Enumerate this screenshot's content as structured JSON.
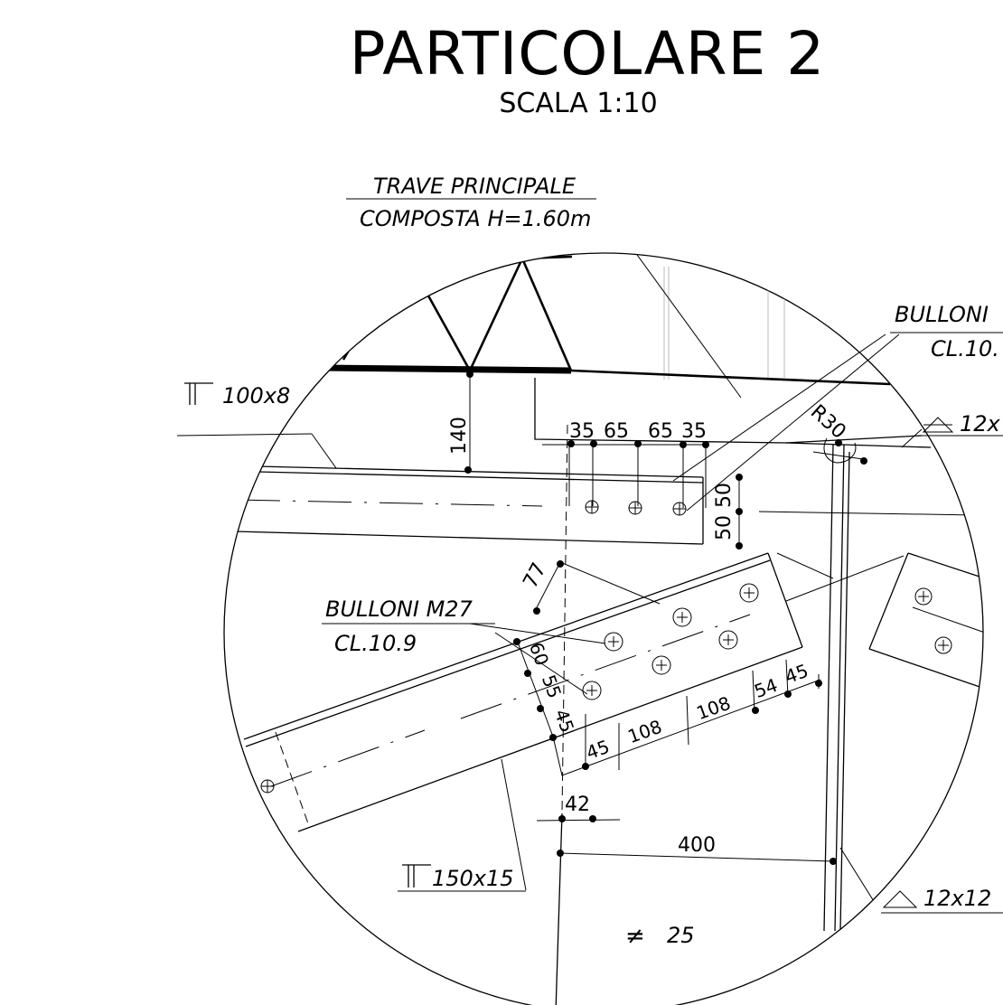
{
  "title": "PARTICOLARE 2",
  "scale": "SCALA 1:10",
  "labels": {
    "main_beam_line1": "TRAVE PRINCIPALE",
    "main_beam_line2": "COMPOSTA H=1.60m",
    "bolts_top_line1": "BULLONI",
    "bolts_top_line2": "CL.10.",
    "weld_top": "12x",
    "profile_top": "100x8",
    "bolts_mid_line1": "BULLONI M27",
    "bolts_mid_line2": "CL.10.9",
    "profile_bottom": "150x15",
    "weld_bottom": "12x12",
    "plate": "25"
  },
  "symbols": {
    "t_profile": "tee-section-symbol",
    "weld": "fillet-weld-symbol",
    "plate": "not-equal-symbol",
    "bolt": "bolt-cross-circle"
  },
  "dimensions": {
    "d140": "140",
    "d35a": "35",
    "d65a": "65",
    "d65b": "65",
    "d35b": "35",
    "r30": "R30",
    "d50a": "50",
    "d50b": "50",
    "d77": "77",
    "d60": "60",
    "d55": "55",
    "d45a": "45",
    "d45b": "45",
    "d108a": "108",
    "d108b": "108",
    "d54": "54",
    "d45c": "45",
    "d42": "42",
    "d400": "400"
  }
}
